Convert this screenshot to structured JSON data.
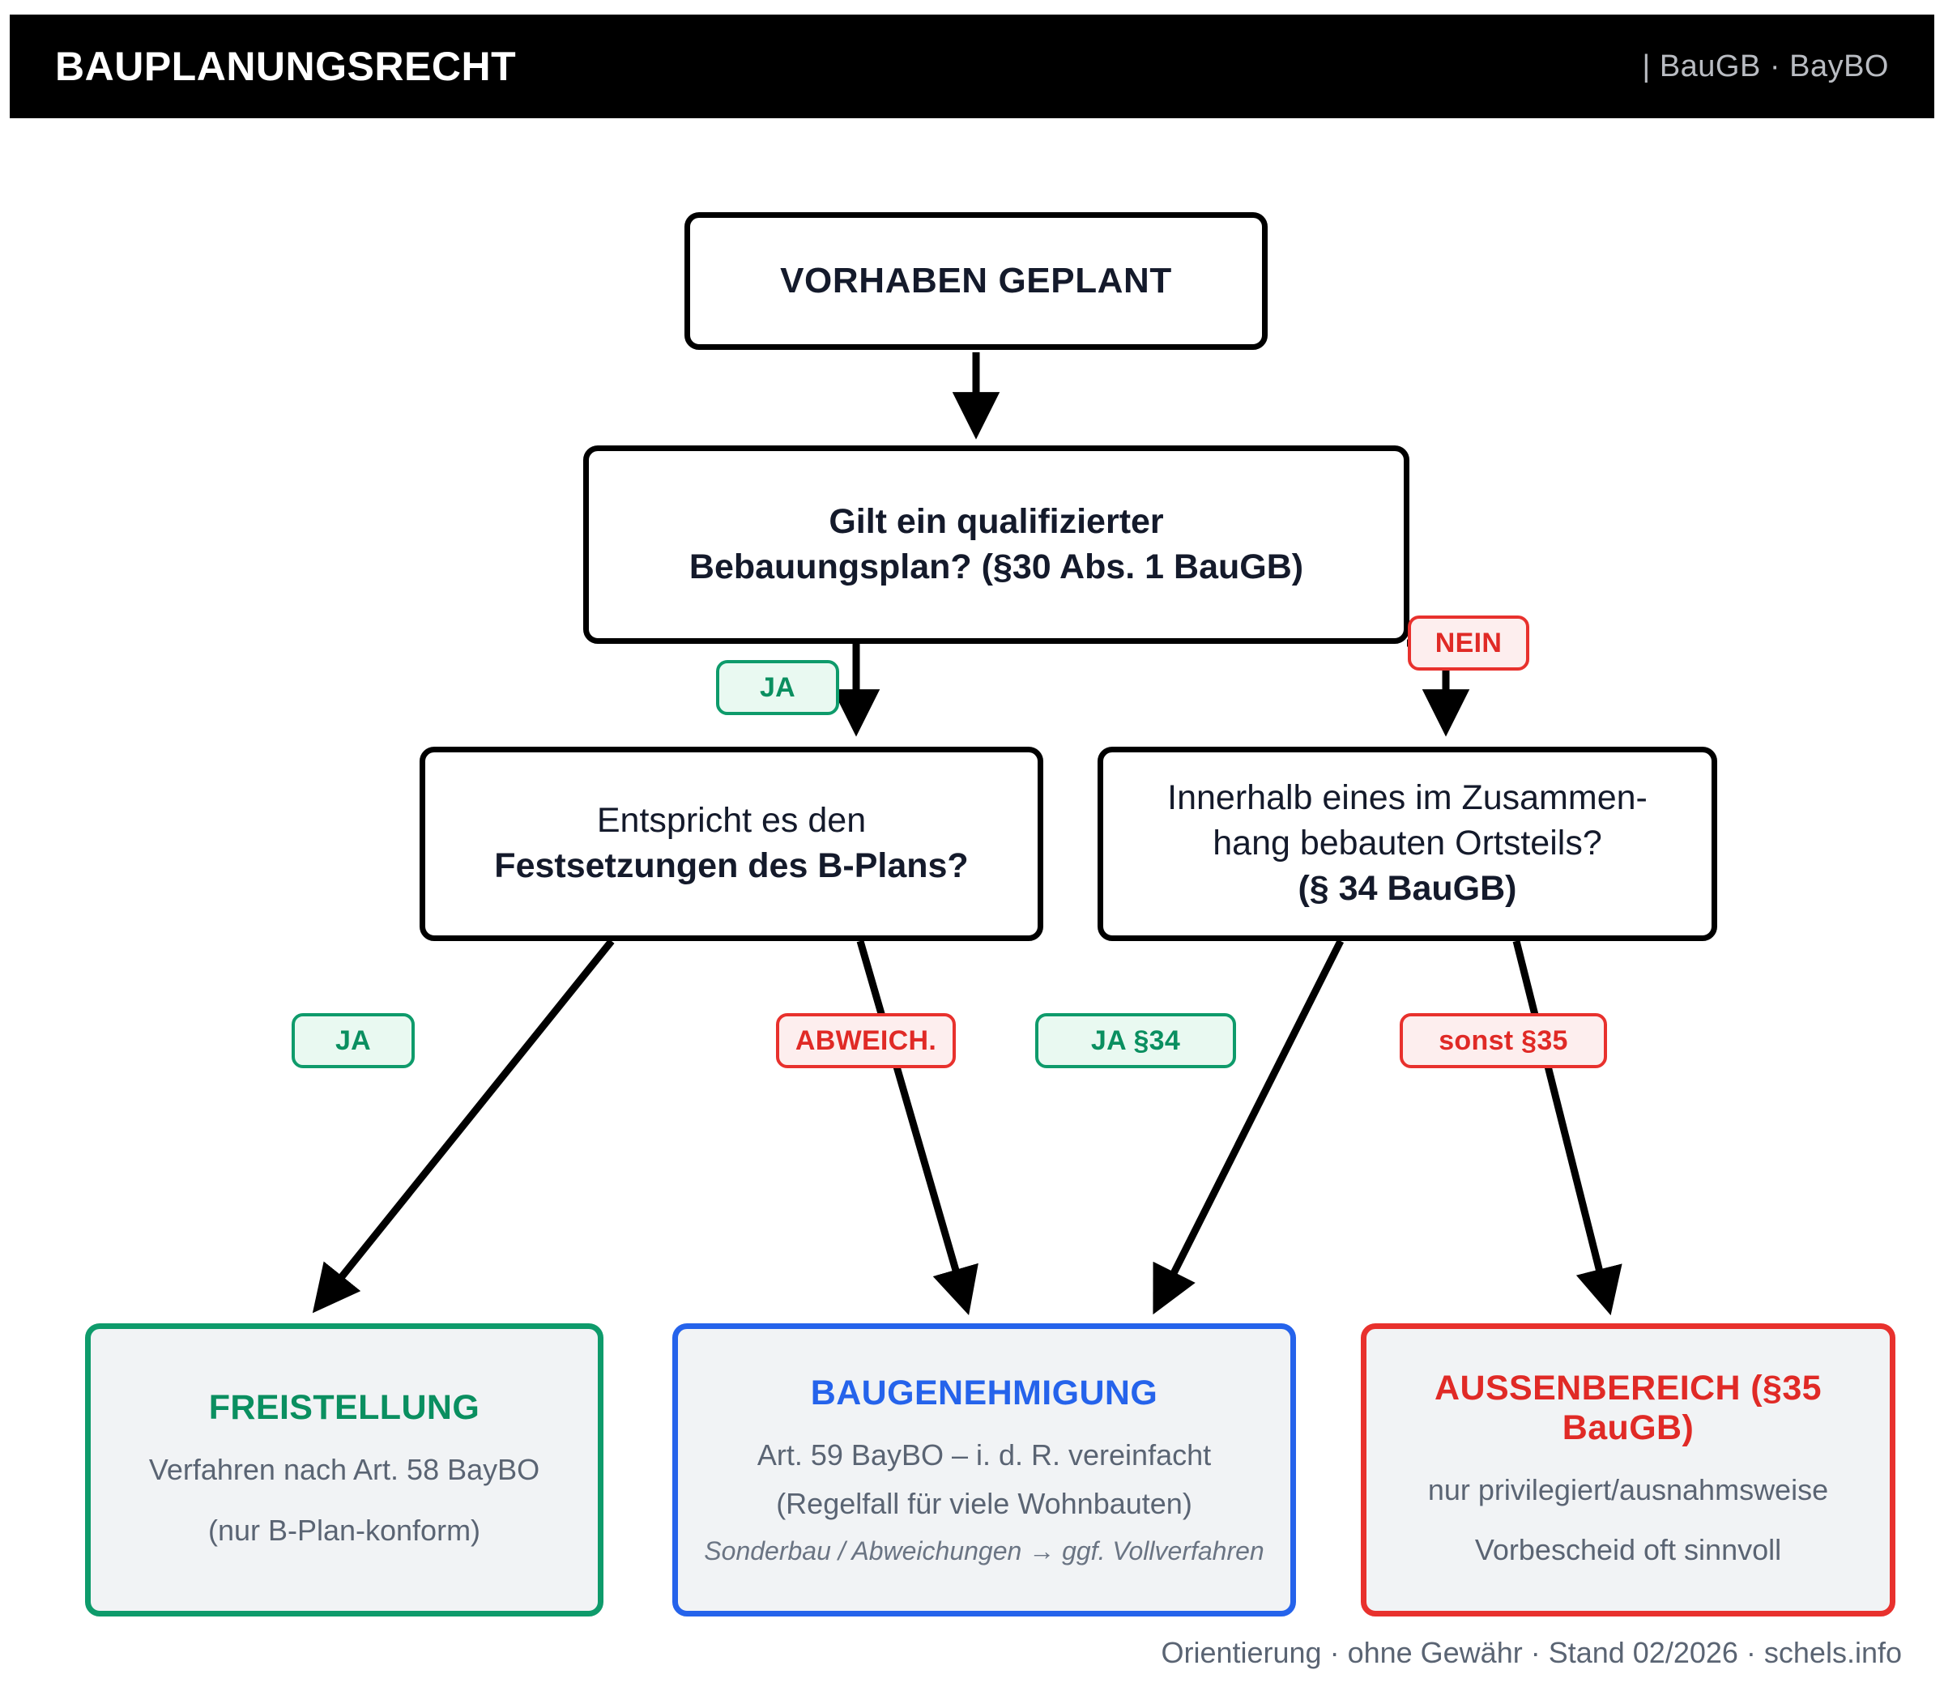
{
  "header": {
    "title": "BAUPLANUNGSRECHT",
    "subtitle": "| BauGB · BayBO"
  },
  "nodes": {
    "start": {
      "line1": "VORHABEN GEPLANT"
    },
    "q1": {
      "line1": "Gilt ein qualifizierter",
      "line2": "Bebauungsplan? (§30 Abs. 1 BauGB)"
    },
    "q2": {
      "line1": "Entspricht es den",
      "line2": "Festsetzungen des B-Plans?"
    },
    "q3": {
      "line1": "Innerhalb eines im Zusammen-",
      "line2": "hang bebauten Ortsteils?",
      "line3": "(§ 34 BauGB)"
    }
  },
  "badges": {
    "ja_q1": "JA",
    "nein_q1": "NEIN",
    "ja_q2": "JA",
    "abweich_q2": "ABWEICH.",
    "ja34_q3": "JA §34",
    "sonst35_q3": "sonst §35"
  },
  "results": {
    "freistellung": {
      "title": "FREISTELLUNG",
      "line1": "Verfahren nach Art. 58 BayBO",
      "line2": "(nur B-Plan-konform)"
    },
    "baugenehmigung": {
      "title": "BAUGENEHMIGUNG",
      "line1": "Art. 59 BayBO – i. d. R. vereinfacht",
      "line2": "(Regelfall für viele Wohnbauten)",
      "note": "Sonderbau / Abweichungen → ggf. Vollverfahren"
    },
    "aussenbereich": {
      "title": "AUSSENBEREICH (§35 BauGB)",
      "line1": "nur privilegiert/ausnahmsweise",
      "line2": "Vorbescheid oft sinnvoll"
    }
  },
  "footer": {
    "text": "Orientierung · ohne Gewähr · Stand 02/2026 · schels.info"
  },
  "colors": {
    "header_bg": "#000000",
    "node_border": "#000000",
    "text_dark": "#141a2b",
    "green": "#0a8f60",
    "green_border": "#0e9b6b",
    "green_fill": "#e9f9f1",
    "red": "#e02a26",
    "red_border": "#e8312d",
    "red_fill": "#fdeeee",
    "blue": "#2563eb",
    "result_fill": "#f1f3f5",
    "muted_text": "#5a6473"
  }
}
